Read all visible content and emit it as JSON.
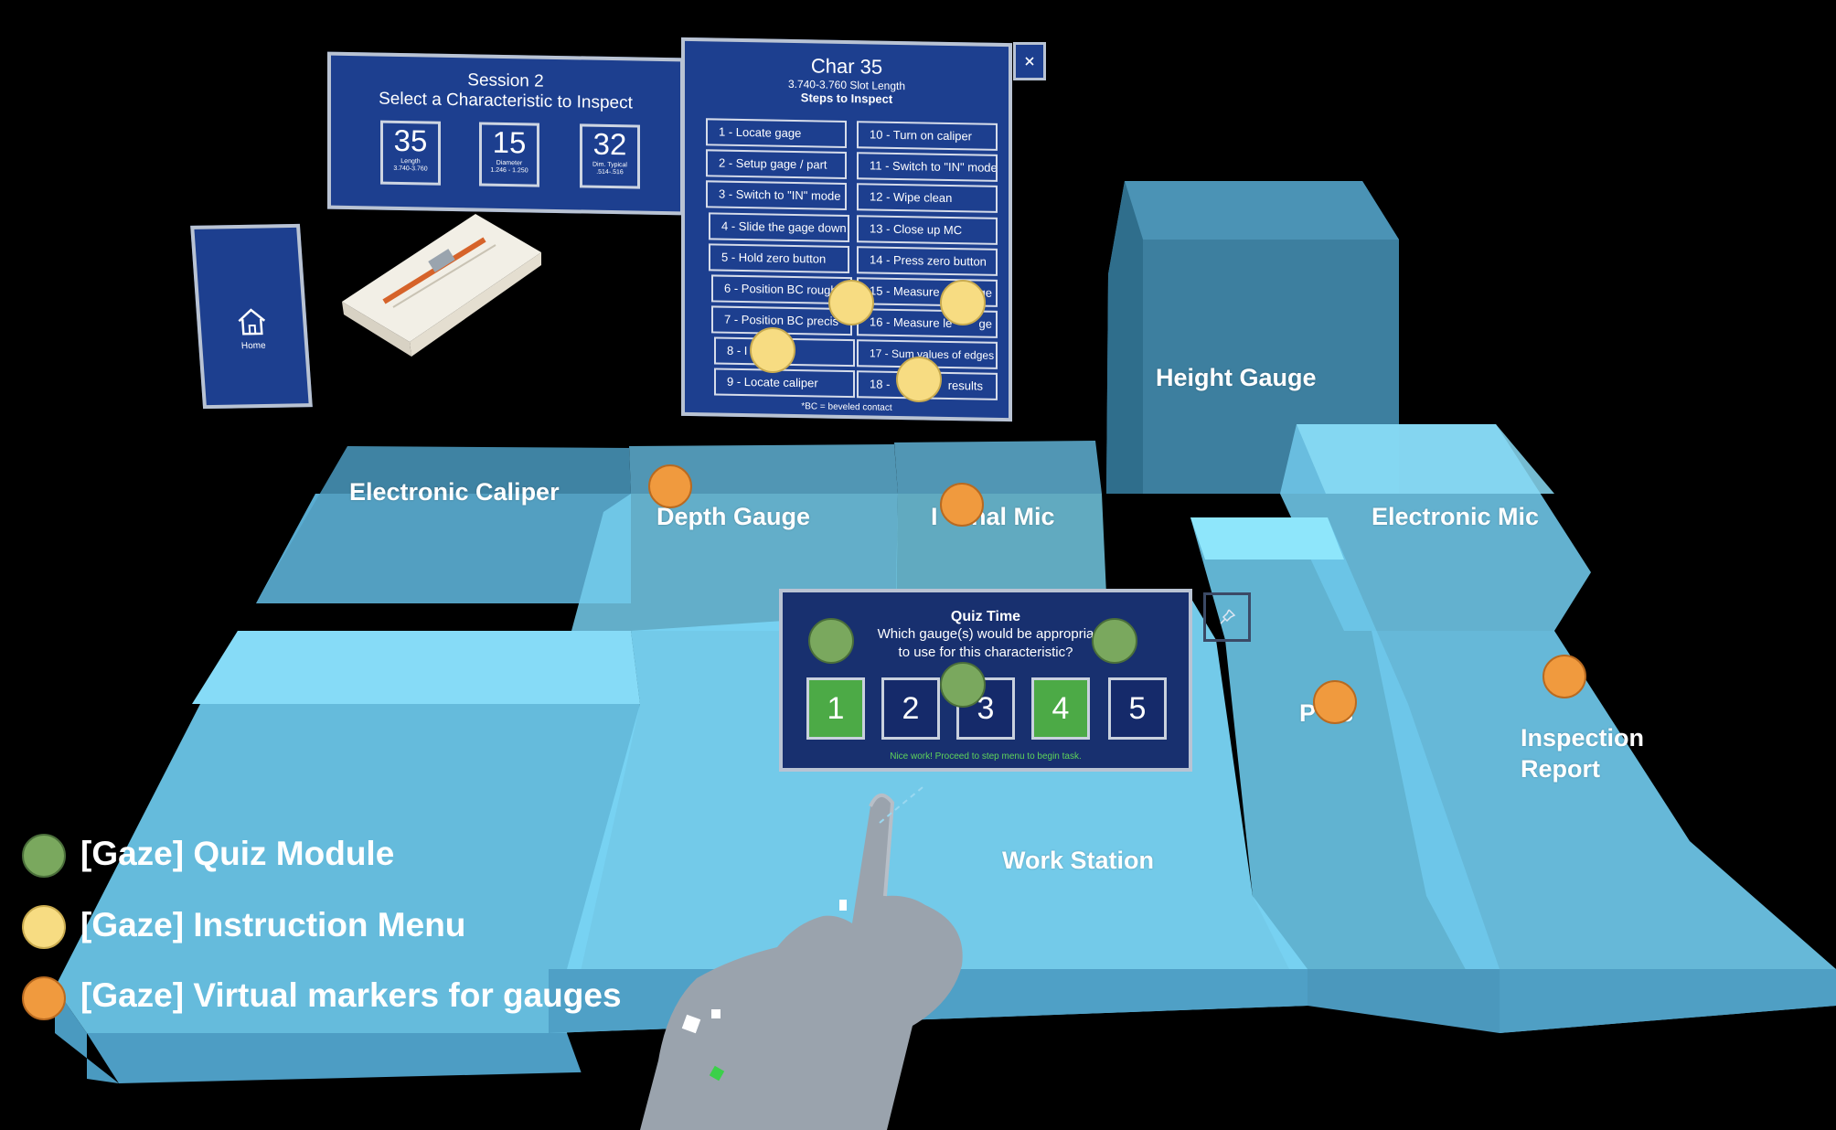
{
  "session_panel": {
    "title": "Session 2",
    "subtitle": "Select a Characteristic to Inspect",
    "characteristics": [
      {
        "number": "35",
        "name": "Length",
        "range": "3.740-3.760"
      },
      {
        "number": "15",
        "name": "Diameter",
        "range": "1.246 - 1.250"
      },
      {
        "number": "32",
        "name": "Dim. Typical",
        "range": ".514-.516"
      }
    ]
  },
  "home_panel": {
    "icon": "home-icon",
    "label": "Home"
  },
  "instruction_menu": {
    "title": "Char 35",
    "spec": "3.740-3.760 Slot Length",
    "heading": "Steps to Inspect",
    "close_icon": "close-icon",
    "steps_left": [
      "1 - Locate gage",
      "2 - Setup gage / part",
      "3 - Switch to \"IN\" mode",
      "4 - Slide the gage down",
      "5 - Hold zero button",
      "6 - Position BC rough",
      "7 - Position BC precis",
      "8 - I",
      "9 - Locate caliper"
    ],
    "steps_right": [
      "10 - Turn on caliper",
      "11 - Switch to \"IN\" mode",
      "12 - Wipe clean",
      "13 - Close up MC",
      "14 - Press zero button",
      "15 - Measure",
      "16 - Measure le",
      "17 - Sum values of edges",
      "18 -"
    ],
    "steps_right_tail": [
      "",
      "",
      "",
      "",
      "",
      "ge",
      "ge",
      "",
      "results"
    ],
    "footnote": "*BC = beveled contact"
  },
  "zones": {
    "electronic_caliper": "Electronic Caliper",
    "depth_gauge": "Depth Gauge",
    "internal_mic": "I",
    "internal_mic_tail": "rnal Mic",
    "height_gauge": "Height Gauge",
    "electronic_mic": "Electronic Mic",
    "pins_a": "P",
    "pins_b": "s",
    "inspection_report_1": "Inspection",
    "inspection_report_2": "Report",
    "work_station": "Work Station"
  },
  "quiz": {
    "title": "Quiz Time",
    "question_1": "Which gauge(s) would be appropria",
    "question_2": "to use for this characteristic?",
    "options": [
      "1",
      "2",
      "3",
      "4",
      "5"
    ],
    "correct": [
      "1",
      "4"
    ],
    "feedback": "Nice work! Proceed to step menu to begin task.",
    "pin_icon": "pin-icon"
  },
  "legend": [
    {
      "color": "#7aa85e",
      "label": "[Gaze] Quiz Module"
    },
    {
      "color": "#f7dc82",
      "label": "[Gaze] Instruction Menu"
    },
    {
      "color": "#f09a3e",
      "label": "[Gaze] Virtual markers for gauges"
    }
  ],
  "colors": {
    "panel_bg": "#1d3f8f",
    "zone_cyan": "#7ad9f5",
    "quiz_green": "#4caa46",
    "gaze_green": "#7aa85e",
    "gaze_yellow": "#f7dc82",
    "gaze_orange": "#f09a3e"
  }
}
